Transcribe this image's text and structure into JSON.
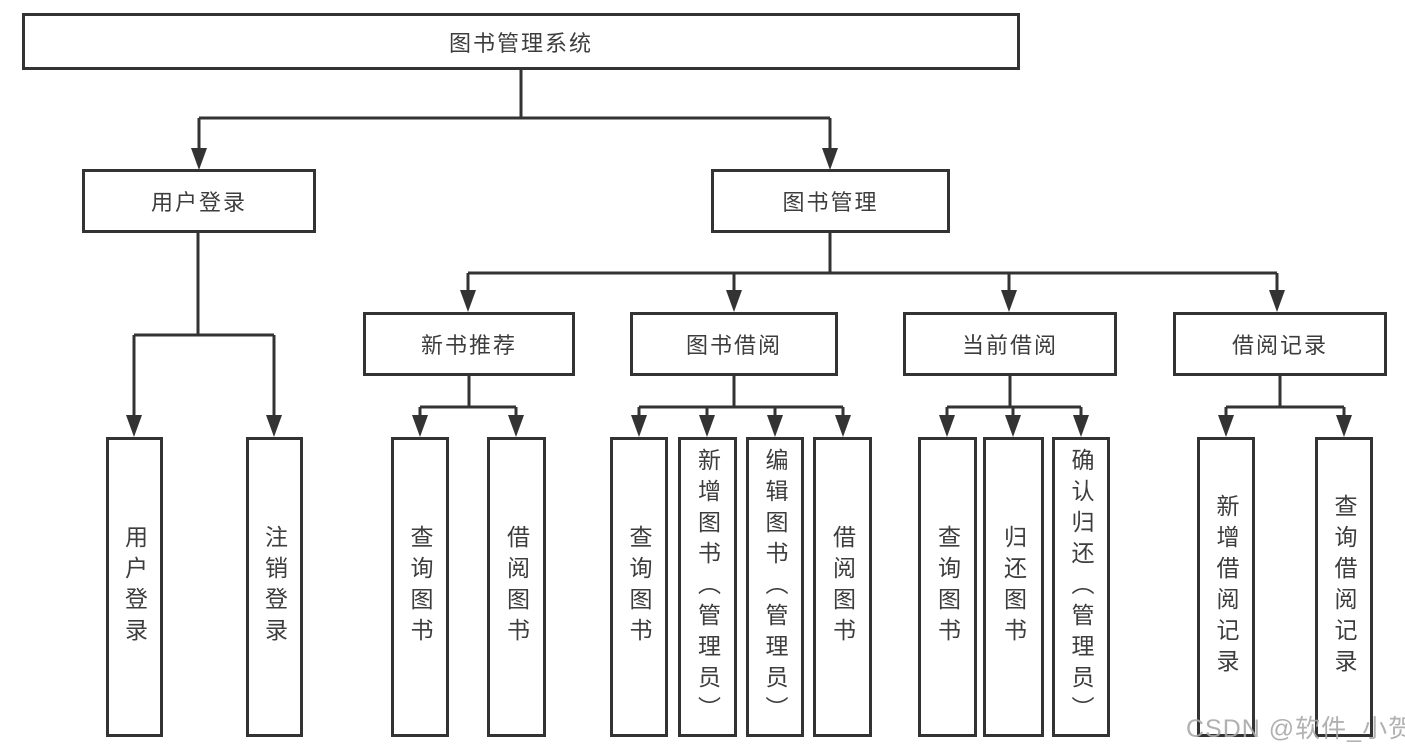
{
  "nodes": {
    "root": "图书管理系统",
    "user_login": "用户登录",
    "book_management": "图书管理",
    "new_book_recommend": "新书推荐",
    "book_borrowing": "图书借阅",
    "current_borrowing": "当前借阅",
    "borrowing_records": "借阅记录",
    "leaf_user_login": "用户登录",
    "leaf_logout": "注销登录",
    "query_books_1": "查询图书",
    "borrow_books_1": "借阅图书",
    "query_books_2": "查询图书",
    "add_books_admin": "新增图书（管理员）",
    "edit_books_admin": "编辑图书（管理员）",
    "borrow_books_2": "借阅图书",
    "query_books_3": "查询图书",
    "return_books": "归还图书",
    "confirm_return_admin": "确认归还（管理员）",
    "add_borrow_record": "新增借阅记录",
    "query_borrow_record": "查询借阅记录"
  },
  "watermark": "CSDN @软件_小贺同学",
  "colors": {
    "line": "#333333",
    "text": "#3d3d3d",
    "watermark": "#a9a9a9",
    "background": "#ffffff"
  }
}
